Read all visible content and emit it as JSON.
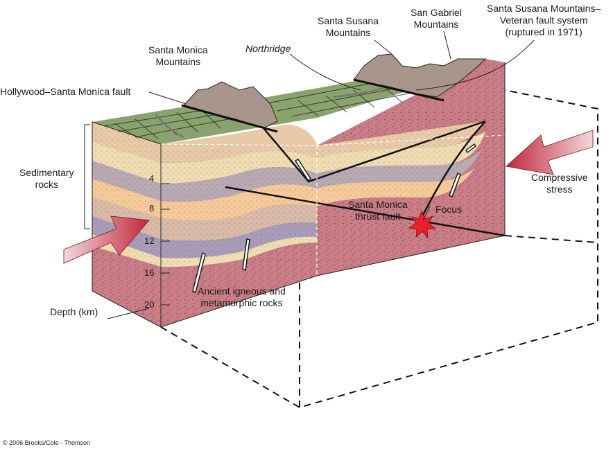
{
  "labels": {
    "santa_monica_mountains": [
      "Santa Monica",
      "Mountains"
    ],
    "northridge": "Northridge",
    "santa_susana_mountains": [
      "Santa Susana",
      "Mountains"
    ],
    "san_gabriel_mountains": [
      "San Gabriel",
      "Mountains"
    ],
    "veteran_fault": [
      "Santa Susana Mountains–",
      "Veteran fault system",
      "(ruptured in 1971)"
    ],
    "hollywood_fault": "Hollywood–Santa Monica fault",
    "sedimentary_rocks": [
      "Sedimentary",
      "rocks"
    ],
    "compressive_stress": [
      "Compressive",
      "stress"
    ],
    "thrust_fault": [
      "Santa Monica",
      "thrust fault"
    ],
    "focus": "Focus",
    "igneous_rocks": [
      "Ancient igneous and",
      "metamorphic rocks"
    ],
    "depth_axis": "Depth (km)",
    "copyright": "© 2006 Brooks/Cole - Thomson"
  },
  "depth_ticks": [
    "4",
    "8",
    "12",
    "16",
    "20"
  ],
  "colors": {
    "basement": "#c97d86",
    "surface": "#8aa36e",
    "mountain": "#a8968c",
    "arrow": "#c0283a",
    "focus": "#e8202a"
  }
}
